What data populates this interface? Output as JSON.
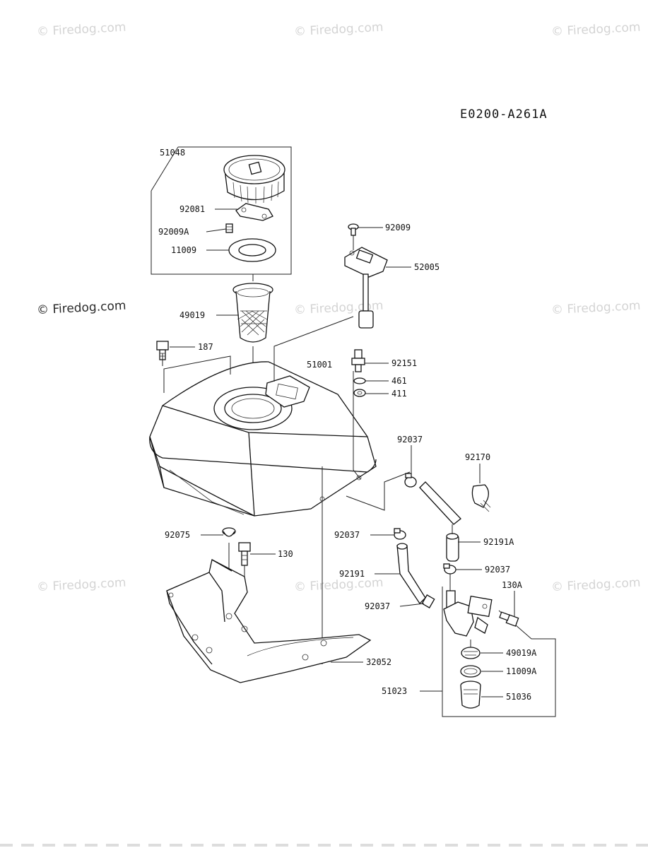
{
  "watermark": "© Firedog.com",
  "diagram_code": "E0200-A261A",
  "labels": {
    "l51048": "51048",
    "l92081": "92081",
    "l92009A": "92009A",
    "l11009": "11009",
    "l49019": "49019",
    "l187": "187",
    "l92009": "92009",
    "l52005": "52005",
    "l51001": "51001",
    "l92151": "92151",
    "l461": "461",
    "l411": "411",
    "l92037a": "92037",
    "l92170": "92170",
    "l92075": "92075",
    "l130": "130",
    "l92037b": "92037",
    "l92191A": "92191A",
    "l92037c": "92037",
    "l92191": "92191",
    "l130A": "130A",
    "l92037d": "92037",
    "l49019A": "49019A",
    "l11009A": "11009A",
    "l32052": "32052",
    "l51023": "51023",
    "l51036": "51036"
  }
}
